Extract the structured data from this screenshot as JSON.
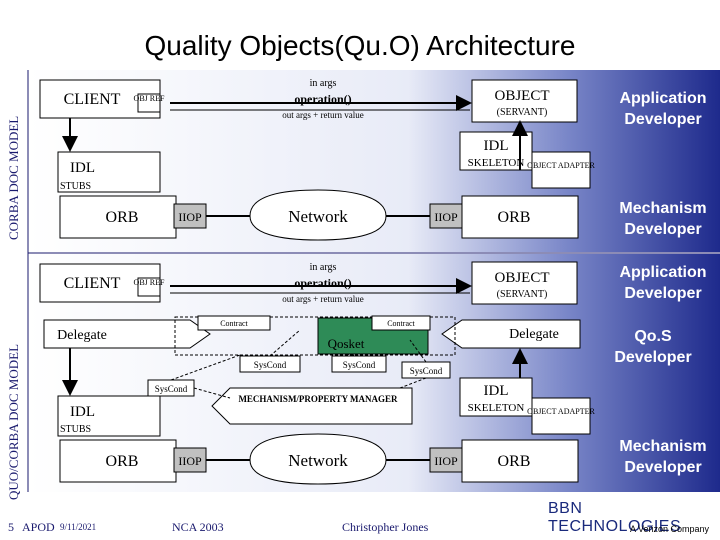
{
  "title": "Quality Objects(Qu.O) Architecture",
  "side_labels": {
    "top": "CORBA DOC MODEL",
    "bottom": "QUO/CORBA DOC MODEL"
  },
  "roles": {
    "app_dev_1": "Application Developer",
    "mech_dev_1": "Mechanism Developer",
    "app_dev_2": "Application Developer",
    "qos_dev": "Qo.S Developer",
    "mech_dev_2": "Mechanism Developer"
  },
  "top": {
    "client": "CLIENT",
    "objref": "OBJ REF",
    "in_args": "in args",
    "operation": "operation()",
    "out_args": "out args + return value",
    "object": "OBJECT",
    "servant": "(SERVANT)",
    "idl_skel": "IDL",
    "skeleton": "SKELETON",
    "object_adapter": "OBJECT ADAPTER",
    "idl_stubs": "IDL",
    "stubs": "STUBS",
    "orb_left": "ORB",
    "iiop_left": "IIOP",
    "network": "Network",
    "iiop_right": "IIOP",
    "orb_right": "ORB"
  },
  "bottom": {
    "client": "CLIENT",
    "objref": "OBJ REF",
    "in_args": "in args",
    "operation": "operation()",
    "out_args": "out args + return value",
    "object": "OBJECT",
    "servant": "(SERVANT)",
    "delegate_left": "Delegate",
    "delegate_right": "Delegate",
    "contract_left": "Contract",
    "contract_right": "Contract",
    "qosket": "Qosket",
    "syscond_1": "SysCond",
    "syscond_2": "SysCond",
    "syscond_3": "SysCond",
    "syscond_4": "SysCond",
    "mechanism": "MECHANISM/PROPERTY MANAGER",
    "idl_skel": "IDL",
    "skeleton": "SKELETON",
    "object_adapter": "OBJECT ADAPTER",
    "idl_stubs": "IDL",
    "stubs": "STUBS",
    "orb_left": "ORB",
    "iiop_left": "IIOP",
    "network": "Network",
    "iiop_right": "IIOP",
    "orb_right": "ORB"
  },
  "footer": {
    "page": "5",
    "apod": "APOD",
    "date": "9/11/2021",
    "event": "NCA 2003",
    "author": "Christopher Jones"
  },
  "brand": {
    "name": "BBN TECHNOLOGIES",
    "tagline": "A Verizon Company"
  },
  "colors": {
    "panel_gradient_start": "#ffffff",
    "panel_gradient_end": "#1e2a8c",
    "role_text": "#ffffff",
    "qosket_green": "#2e8b57",
    "iiop_fill": "#c0c0c0"
  }
}
